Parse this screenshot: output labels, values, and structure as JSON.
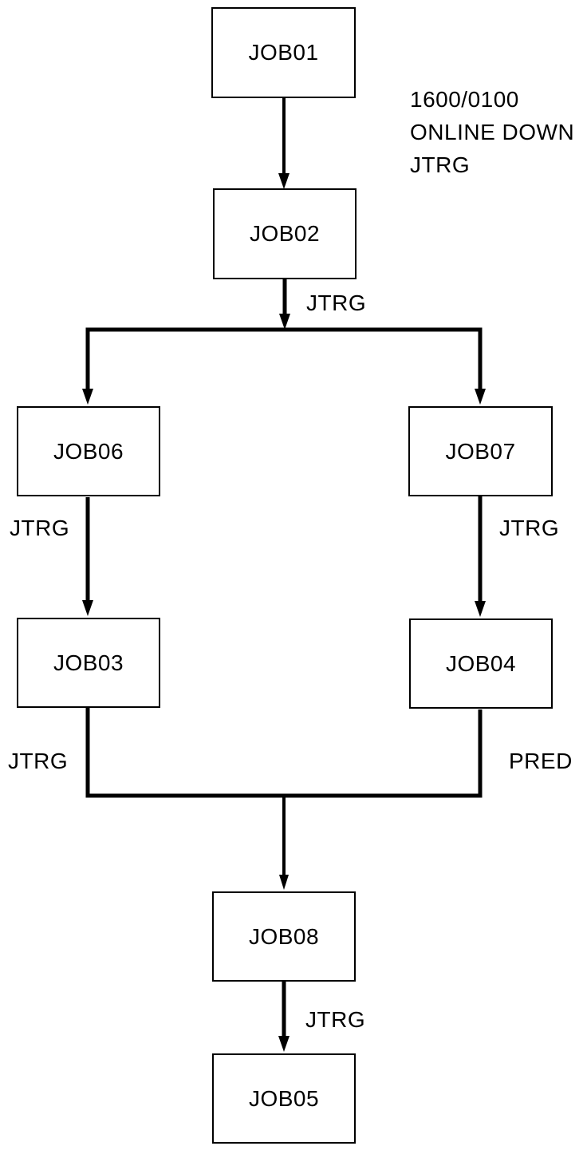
{
  "diagram": {
    "annotation": {
      "lines": [
        "1600/0100",
        "ONLINE DOWN",
        "JTRG"
      ]
    },
    "nodes": [
      {
        "id": "JOB01",
        "label": "JOB01"
      },
      {
        "id": "JOB02",
        "label": "JOB02"
      },
      {
        "id": "JOB06",
        "label": "JOB06"
      },
      {
        "id": "JOB07",
        "label": "JOB07"
      },
      {
        "id": "JOB03",
        "label": "JOB03"
      },
      {
        "id": "JOB04",
        "label": "JOB04"
      },
      {
        "id": "JOB08",
        "label": "JOB08"
      },
      {
        "id": "JOB05",
        "label": "JOB05"
      }
    ],
    "edge_labels": [
      {
        "edge": "JOB02-split",
        "text": "JTRG"
      },
      {
        "edge": "JOB06-JOB03",
        "text": "JTRG"
      },
      {
        "edge": "JOB07-JOB04",
        "text": "JTRG"
      },
      {
        "edge": "JOB03-merge",
        "text": "JTRG"
      },
      {
        "edge": "JOB04-merge",
        "text": "PRED"
      },
      {
        "edge": "JOB08-JOB05",
        "text": "JTRG"
      }
    ],
    "edges": [
      {
        "from": "JOB01",
        "to": "JOB02",
        "label": ""
      },
      {
        "from": "JOB02",
        "to": "JOB06",
        "label": "JTRG"
      },
      {
        "from": "JOB02",
        "to": "JOB07",
        "label": "JTRG"
      },
      {
        "from": "JOB06",
        "to": "JOB03",
        "label": "JTRG"
      },
      {
        "from": "JOB07",
        "to": "JOB04",
        "label": "JTRG"
      },
      {
        "from": "JOB03",
        "to": "JOB08",
        "label": "JTRG"
      },
      {
        "from": "JOB04",
        "to": "JOB08",
        "label": "PRED"
      },
      {
        "from": "JOB08",
        "to": "JOB05",
        "label": "JTRG"
      }
    ],
    "colors": {
      "line": "#000000",
      "background": "#ffffff",
      "text": "#000000"
    }
  }
}
